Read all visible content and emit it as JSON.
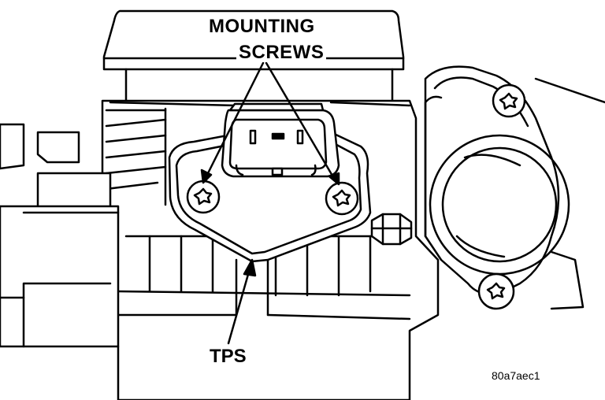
{
  "labels": {
    "mounting_line1": "MOUNTING",
    "mounting_line2": "SCREWS",
    "tps": "TPS",
    "figure_code": "80a7aec1"
  },
  "colors": {
    "ink": "#000000",
    "paper": "#ffffff"
  },
  "icons": [
    "torx-screw-icon",
    "hex-bolt-icon"
  ]
}
